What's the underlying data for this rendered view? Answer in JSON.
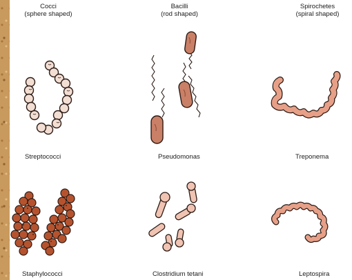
{
  "headers": [
    {
      "title": "Cocci",
      "subtitle": "(sphere shaped)"
    },
    {
      "title": "Bacilli",
      "subtitle": "(rod shaped)"
    },
    {
      "title": "Spirochetes",
      "subtitle": "(spiral shaped)"
    }
  ],
  "captions": {
    "streptococci": "Streptococci",
    "pseudomonas": "Pseudomonas",
    "treponema": "Treponema",
    "staphylococci": "Staphylococci",
    "clostridium": "Clostridium tetani",
    "leptospira": "Leptospira"
  },
  "colors": {
    "cocci_light": "#f3ded4",
    "cocci_dark": "#b6532f",
    "bacilli": "#c98067",
    "spirochete": "#e7a088",
    "outline": "#2a1a14"
  }
}
